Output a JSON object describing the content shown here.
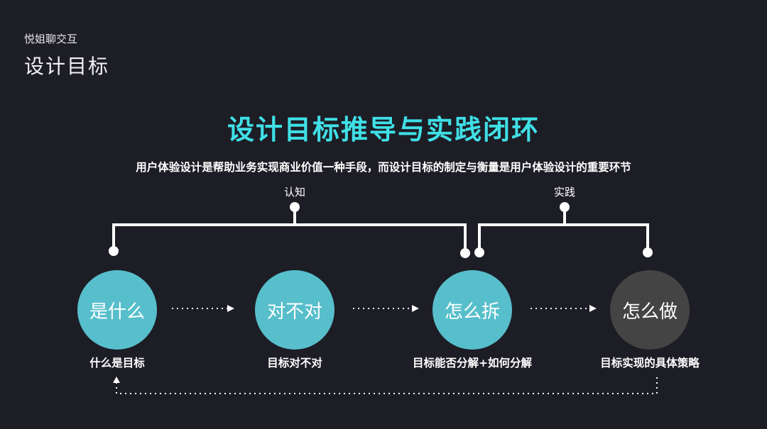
{
  "header": {
    "brand": "悦姐聊交互",
    "page_title": "设计目标"
  },
  "main_title": "设计目标推导与实践闭环",
  "subtitle": "用户体验设计是帮助业务实现商业价值一种手段，而设计目标的制定与衡量是用户体验设计的重要环节",
  "groups": [
    {
      "label": "认知"
    },
    {
      "label": "实践"
    }
  ],
  "steps": [
    {
      "title": "是什么",
      "caption": "什么是目标",
      "color": "#57bfcb"
    },
    {
      "title": "对不对",
      "caption": "目标对不对",
      "color": "#57bfcb"
    },
    {
      "title": "怎么拆",
      "caption": "目标能否分解+如何分解",
      "color": "#57bfcb"
    },
    {
      "title": "怎么做",
      "caption": "目标实现的具体策略",
      "color": "#444444"
    }
  ],
  "colors": {
    "background": "#1d1d26",
    "accent": "#3fe0e6",
    "circle": "#57bfcb"
  }
}
